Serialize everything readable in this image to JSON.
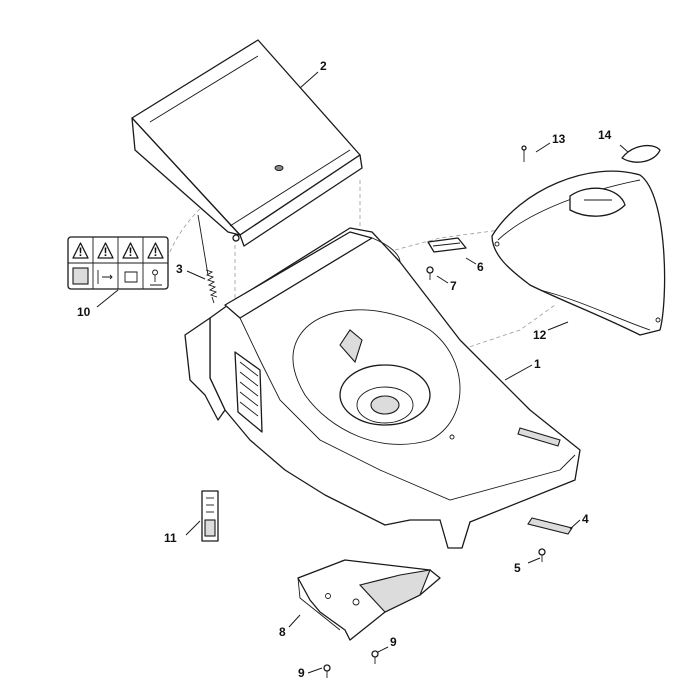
{
  "callouts": {
    "c1": "1",
    "c2": "2",
    "c3": "3",
    "c4": "4",
    "c5": "5",
    "c6": "6",
    "c7": "7",
    "c8": "8",
    "c9a": "9",
    "c9b": "9",
    "c10": "10",
    "c11": "11",
    "c12": "12",
    "c13": "13",
    "c14": "14"
  },
  "icons": {
    "warning_label": [
      "warning-triangle-icon",
      "warning-triangle-icon",
      "warning-triangle-icon",
      "warning-triangle-icon",
      "manual-book-icon",
      "distance-icon",
      "operator-icon",
      "person-hazard-icon"
    ]
  },
  "colors": {
    "line": "#1a1a1a",
    "shade": "#dcdcdc",
    "background": "#ffffff"
  }
}
